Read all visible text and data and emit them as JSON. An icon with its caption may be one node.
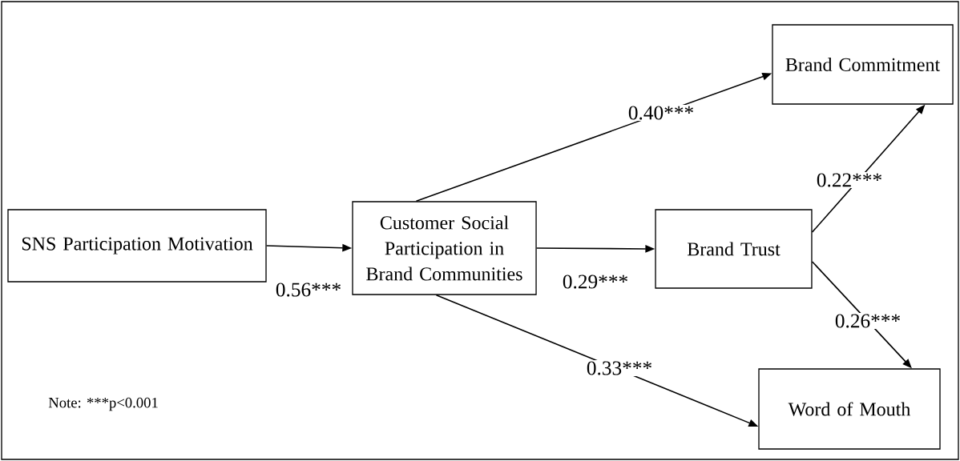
{
  "diagram": {
    "nodes": [
      {
        "text": [
          "SNS Participation Motivation"
        ]
      },
      {
        "text": [
          "Customer Social Participation in Brand Communities"
        ]
      },
      {
        "text": [
          "Brand Trust"
        ]
      },
      {
        "text": [
          "Brand Commitment"
        ]
      },
      {
        "text": [
          "Word of Mouth"
        ]
      }
    ],
    "edges": [
      {
        "from": 0,
        "to": 1,
        "arrow": "to",
        "label": "0.56***"
      },
      {
        "from": 1,
        "to": 3,
        "arrow": "to",
        "label": "0.40***"
      },
      {
        "from": 1,
        "to": 2,
        "arrow": "to",
        "label": "0.29***"
      },
      {
        "from": 2,
        "to": 3,
        "arrow": "to",
        "label": "0.22***"
      },
      {
        "from": 2,
        "to": 4,
        "arrow": "to",
        "label": "0.26***"
      },
      {
        "from": 1,
        "to": 4,
        "arrow": "to",
        "label": "0.33***"
      }
    ],
    "labels": [
      "Note: ***p<0.001"
    ]
  }
}
